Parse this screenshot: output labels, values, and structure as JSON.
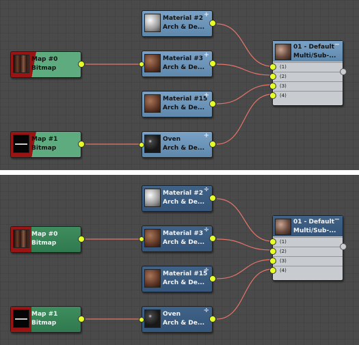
{
  "panels": [
    {
      "variant": "top",
      "materials": [
        {
          "name": "Material #2",
          "type": "Arch & De...",
          "control": "+"
        },
        {
          "name": "Material #3",
          "type": "Arch & De...",
          "control": "+"
        },
        {
          "name": "Material #15",
          "type": "Arch & De...",
          "control": "+"
        },
        {
          "name": "Oven",
          "type": "Arch & De...",
          "control": "+"
        }
      ],
      "maps": [
        {
          "name": "Map #0",
          "type": "Bitmap"
        },
        {
          "name": "Map #1",
          "type": "Bitmap"
        }
      ],
      "multi": {
        "name": "01 - Default",
        "type": "Multi/Sub-...",
        "control": "−",
        "slots": [
          "(1)",
          "(2)",
          "(3)",
          "(4)"
        ]
      }
    },
    {
      "variant": "bottom",
      "materials": [
        {
          "name": "Material #2",
          "type": "Arch & De...",
          "control": "÷"
        },
        {
          "name": "Material #3",
          "type": "Arch & De...",
          "control": "÷"
        },
        {
          "name": "Material #15",
          "type": "Arch & De...",
          "control": "÷"
        },
        {
          "name": "Oven",
          "type": "Arch & De...",
          "control": "÷"
        }
      ],
      "maps": [
        {
          "name": "Map #0",
          "type": "Bitmap"
        },
        {
          "name": "Map #1",
          "type": "Bitmap"
        }
      ],
      "multi": {
        "name": "01 - Default",
        "type": "Multi/Sub-...",
        "control": "−",
        "slots": [
          "(1)",
          "(2)",
          "(3)",
          "(4)"
        ]
      }
    }
  ],
  "colors": {
    "wire": "#e8756a",
    "socket": "#e6ff26",
    "material_node_top": "#6f98bd",
    "material_node_bottom": "#3b5c80",
    "map_node_green": "#4f9e70",
    "map_node_red": "#9a1414",
    "background": "#4a4a4a"
  }
}
